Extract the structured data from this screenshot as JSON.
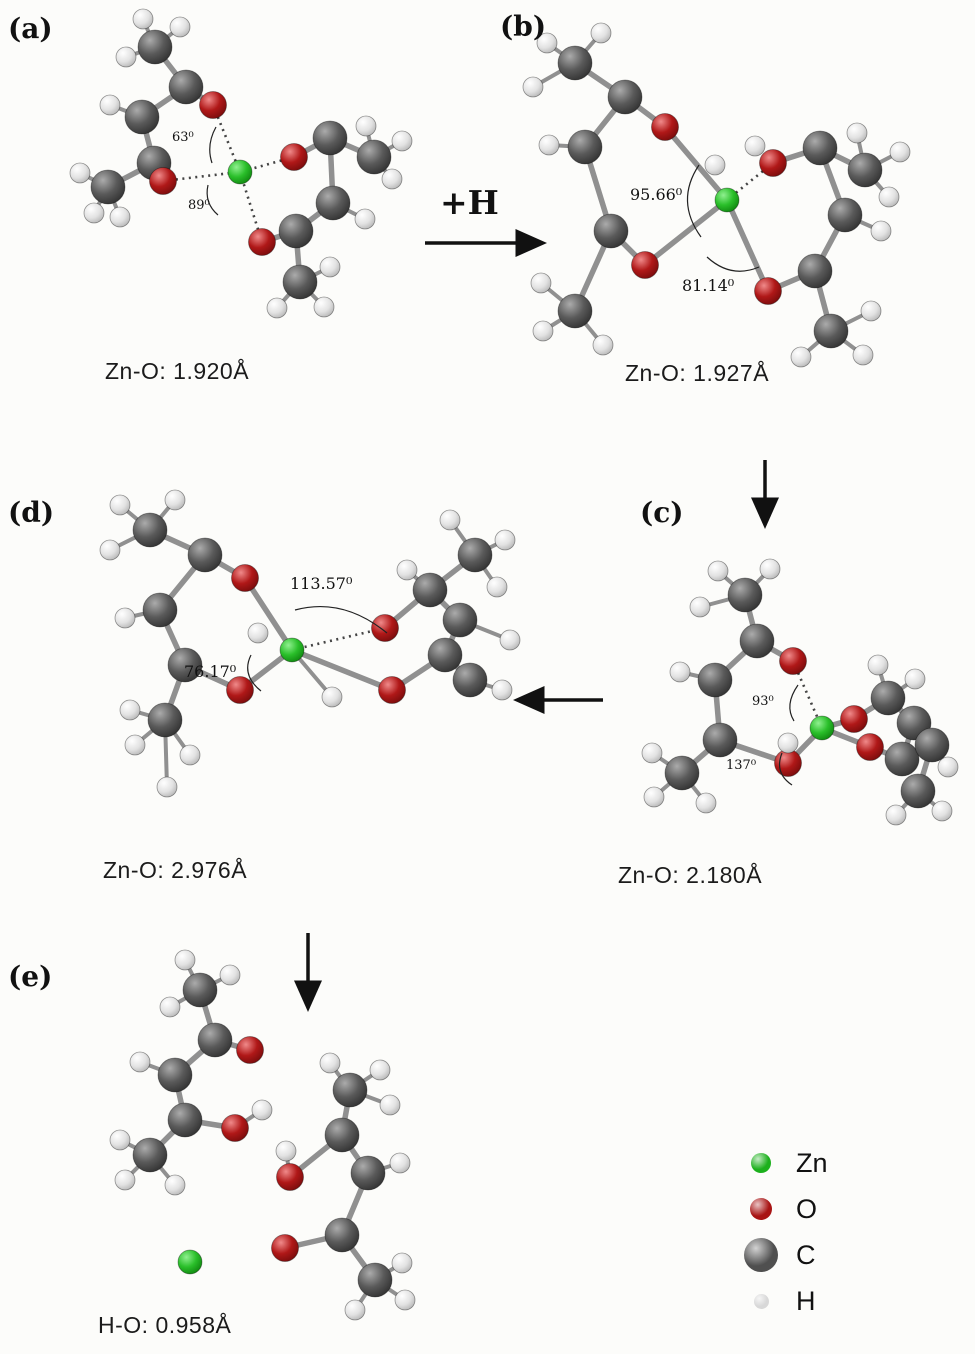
{
  "figure": {
    "panels": [
      {
        "label": "(a)",
        "caption": "Zn-O: 1.920Å",
        "angles": [
          "63⁰",
          "89⁰"
        ]
      },
      {
        "label": "(b)",
        "caption": "Zn-O: 1.927Å",
        "angles": [
          "95.66⁰",
          "81.14⁰"
        ]
      },
      {
        "label": "(c)",
        "caption": "Zn-O: 2.180Å",
        "angles": [
          "93⁰",
          "137⁰"
        ]
      },
      {
        "label": "(d)",
        "caption": "Zn-O: 2.976Å",
        "angles": [
          "113.57⁰",
          "76.17⁰"
        ]
      },
      {
        "label": "(e)",
        "caption": "H-O: 0.958Å",
        "angles": []
      }
    ],
    "reaction_label": "+H",
    "legend": {
      "items": [
        {
          "symbol": "Zn",
          "color": "#1cb01c"
        },
        {
          "symbol": "O",
          "color": "#a81414"
        },
        {
          "symbol": "C",
          "color": "#4f4f4f"
        },
        {
          "symbol": "H",
          "color": "#d8d8d8"
        }
      ]
    }
  }
}
